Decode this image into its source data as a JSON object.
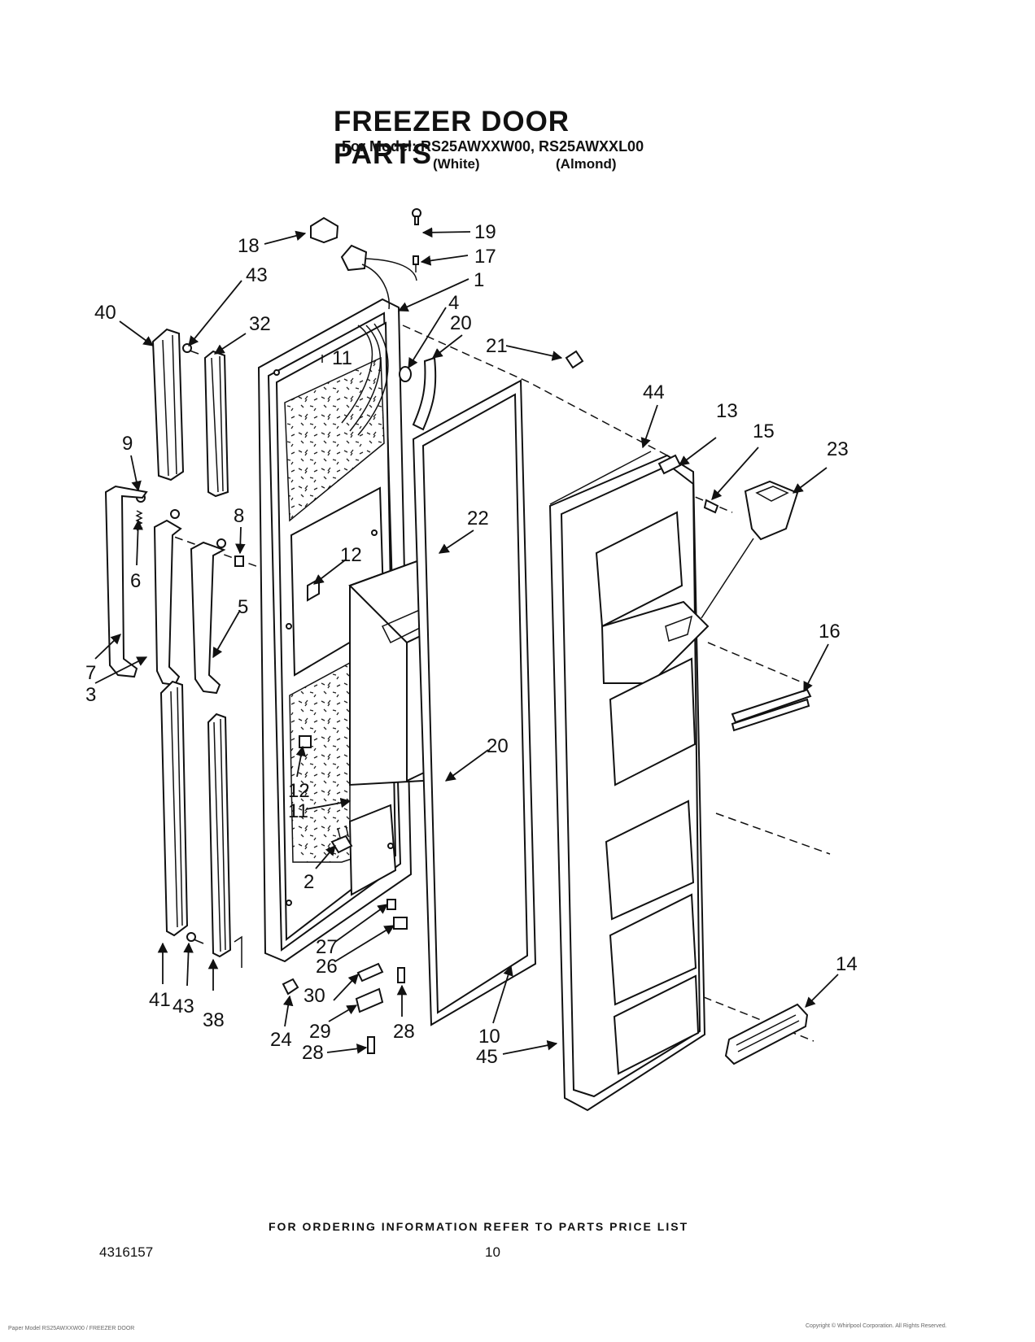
{
  "header": {
    "title": "FREEZER DOOR PARTS",
    "model_line": "For Model: RS25AWXXW00, RS25AWXXL00",
    "color_white": "(White)",
    "color_almond": "(Almond)"
  },
  "footer": {
    "ordering_note": "FOR ORDERING INFORMATION REFER TO PARTS PRICE LIST",
    "part_number": "4316157",
    "page_number": "10",
    "fine_print_left": "Paper Model RS25AWXXW00 / FREEZER DOOR",
    "fine_print_right": "Copyright © Whirlpool Corporation. All Rights Reserved."
  },
  "callouts": [
    {
      "id": "c19",
      "text": "19"
    },
    {
      "id": "c18",
      "text": "18"
    },
    {
      "id": "c17",
      "text": "17"
    },
    {
      "id": "c43a",
      "text": "43"
    },
    {
      "id": "c1",
      "text": "1"
    },
    {
      "id": "c40",
      "text": "40"
    },
    {
      "id": "c32",
      "text": "32"
    },
    {
      "id": "c4",
      "text": "4"
    },
    {
      "id": "c20a",
      "text": "20"
    },
    {
      "id": "c21",
      "text": "21"
    },
    {
      "id": "c11a",
      "text": "11"
    },
    {
      "id": "c44",
      "text": "44"
    },
    {
      "id": "c13",
      "text": "13"
    },
    {
      "id": "c15",
      "text": "15"
    },
    {
      "id": "c23",
      "text": "23"
    },
    {
      "id": "c9",
      "text": "9"
    },
    {
      "id": "c8",
      "text": "8"
    },
    {
      "id": "c22",
      "text": "22"
    },
    {
      "id": "c12a",
      "text": "12"
    },
    {
      "id": "c6",
      "text": "6"
    },
    {
      "id": "c5",
      "text": "5"
    },
    {
      "id": "c16",
      "text": "16"
    },
    {
      "id": "c7",
      "text": "7"
    },
    {
      "id": "c3",
      "text": "3"
    },
    {
      "id": "c20b",
      "text": "20"
    },
    {
      "id": "c12b",
      "text": "12"
    },
    {
      "id": "c11b",
      "text": "11"
    },
    {
      "id": "c2",
      "text": "2"
    },
    {
      "id": "c27",
      "text": "27"
    },
    {
      "id": "c26",
      "text": "26"
    },
    {
      "id": "c14",
      "text": "14"
    },
    {
      "id": "c41",
      "text": "41"
    },
    {
      "id": "c43b",
      "text": "43"
    },
    {
      "id": "c30",
      "text": "30"
    },
    {
      "id": "c38",
      "text": "38"
    },
    {
      "id": "c24",
      "text": "24"
    },
    {
      "id": "c29",
      "text": "29"
    },
    {
      "id": "c28a",
      "text": "28"
    },
    {
      "id": "c10",
      "text": "10"
    },
    {
      "id": "c28b",
      "text": "28"
    },
    {
      "id": "c45",
      "text": "45"
    }
  ]
}
